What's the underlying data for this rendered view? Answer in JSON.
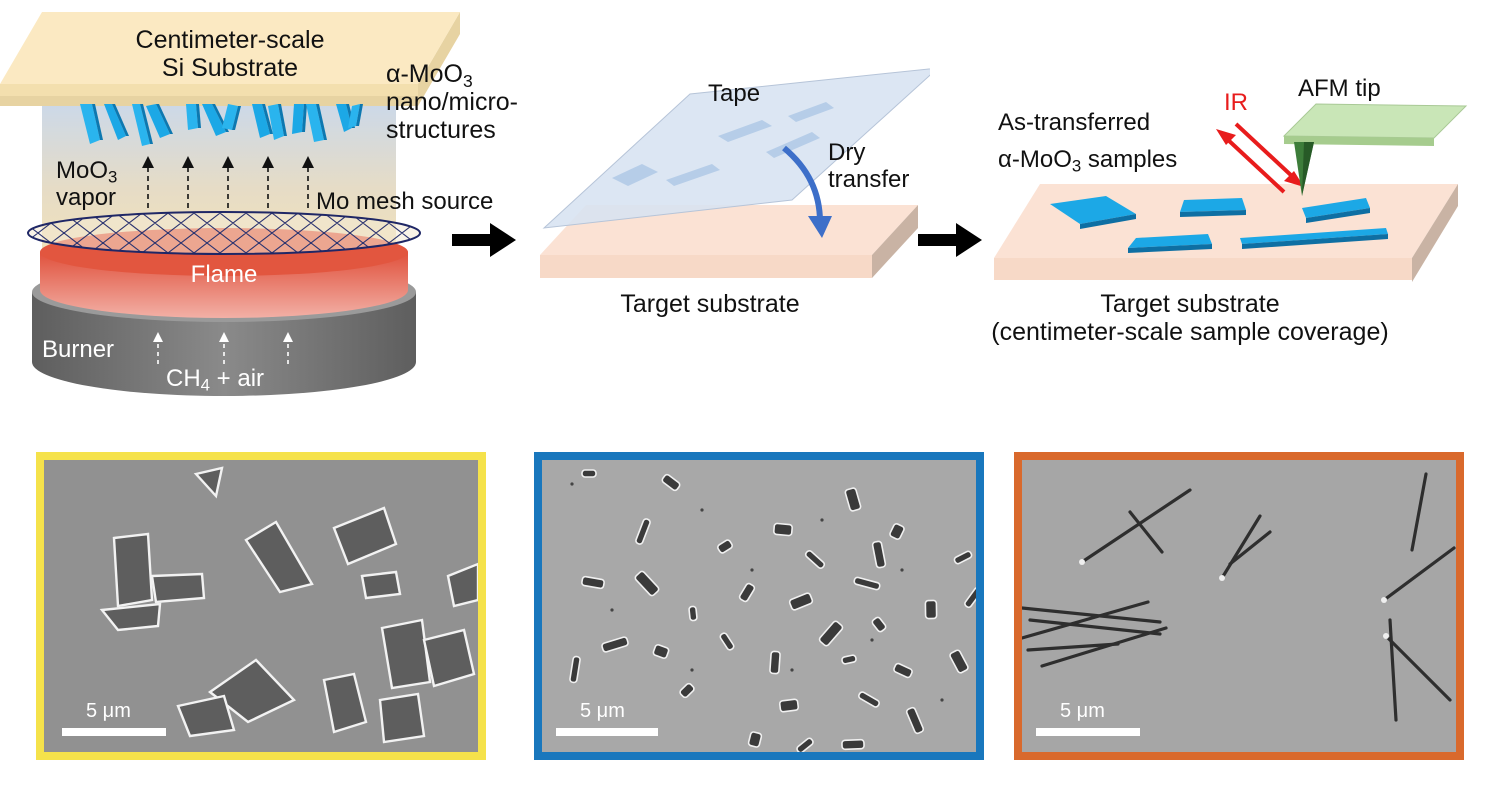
{
  "colors": {
    "substrate": "#fbe9c2",
    "crystal": "#1ca8e6",
    "flame": "#e3604d",
    "burner": "#6a6a6a",
    "target": "#fbe2d4",
    "tape": "#dfe8f4",
    "transfer_arrow": "#3d6fc9",
    "ir": "#e81c1c",
    "afm_tip": "#c9e6b7",
    "frame_yellow": "#f5e24b",
    "frame_blue": "#1977bd",
    "frame_orange": "#d9692c"
  },
  "step1": {
    "substrate_line1": "Centimeter-scale",
    "substrate_line2": "Si Substrate",
    "product_line1_prefix": "α-MoO",
    "product_line1_sub": "3",
    "product_line2": "nano/micro-",
    "product_line3": "structures",
    "vapor_line1_prefix": "MoO",
    "vapor_line1_sub": "3",
    "vapor_line2": "vapor",
    "mesh_label": "Mo mesh source",
    "flame_label": "Flame",
    "burner_label": "Burner",
    "gas_prefix": "CH",
    "gas_sub": "4",
    "gas_suffix": " + air"
  },
  "step2": {
    "tape_label": "Tape",
    "transfer_line1": "Dry",
    "transfer_line2": "transfer",
    "substrate_label": "Target substrate"
  },
  "step3": {
    "samples_line1": "As-transferred",
    "samples_line2_prefix": "α-MoO",
    "samples_line2_sub": "3",
    "samples_line2_suffix": " samples",
    "ir_label": "IR",
    "afm_label": "AFM tip",
    "substrate_line1": "Target substrate",
    "substrate_line2": "(centimeter-scale sample coverage)"
  },
  "micrographs": [
    {
      "scale_label": "5 μm"
    },
    {
      "scale_label": "5 μm"
    },
    {
      "scale_label": "5 μm"
    }
  ]
}
